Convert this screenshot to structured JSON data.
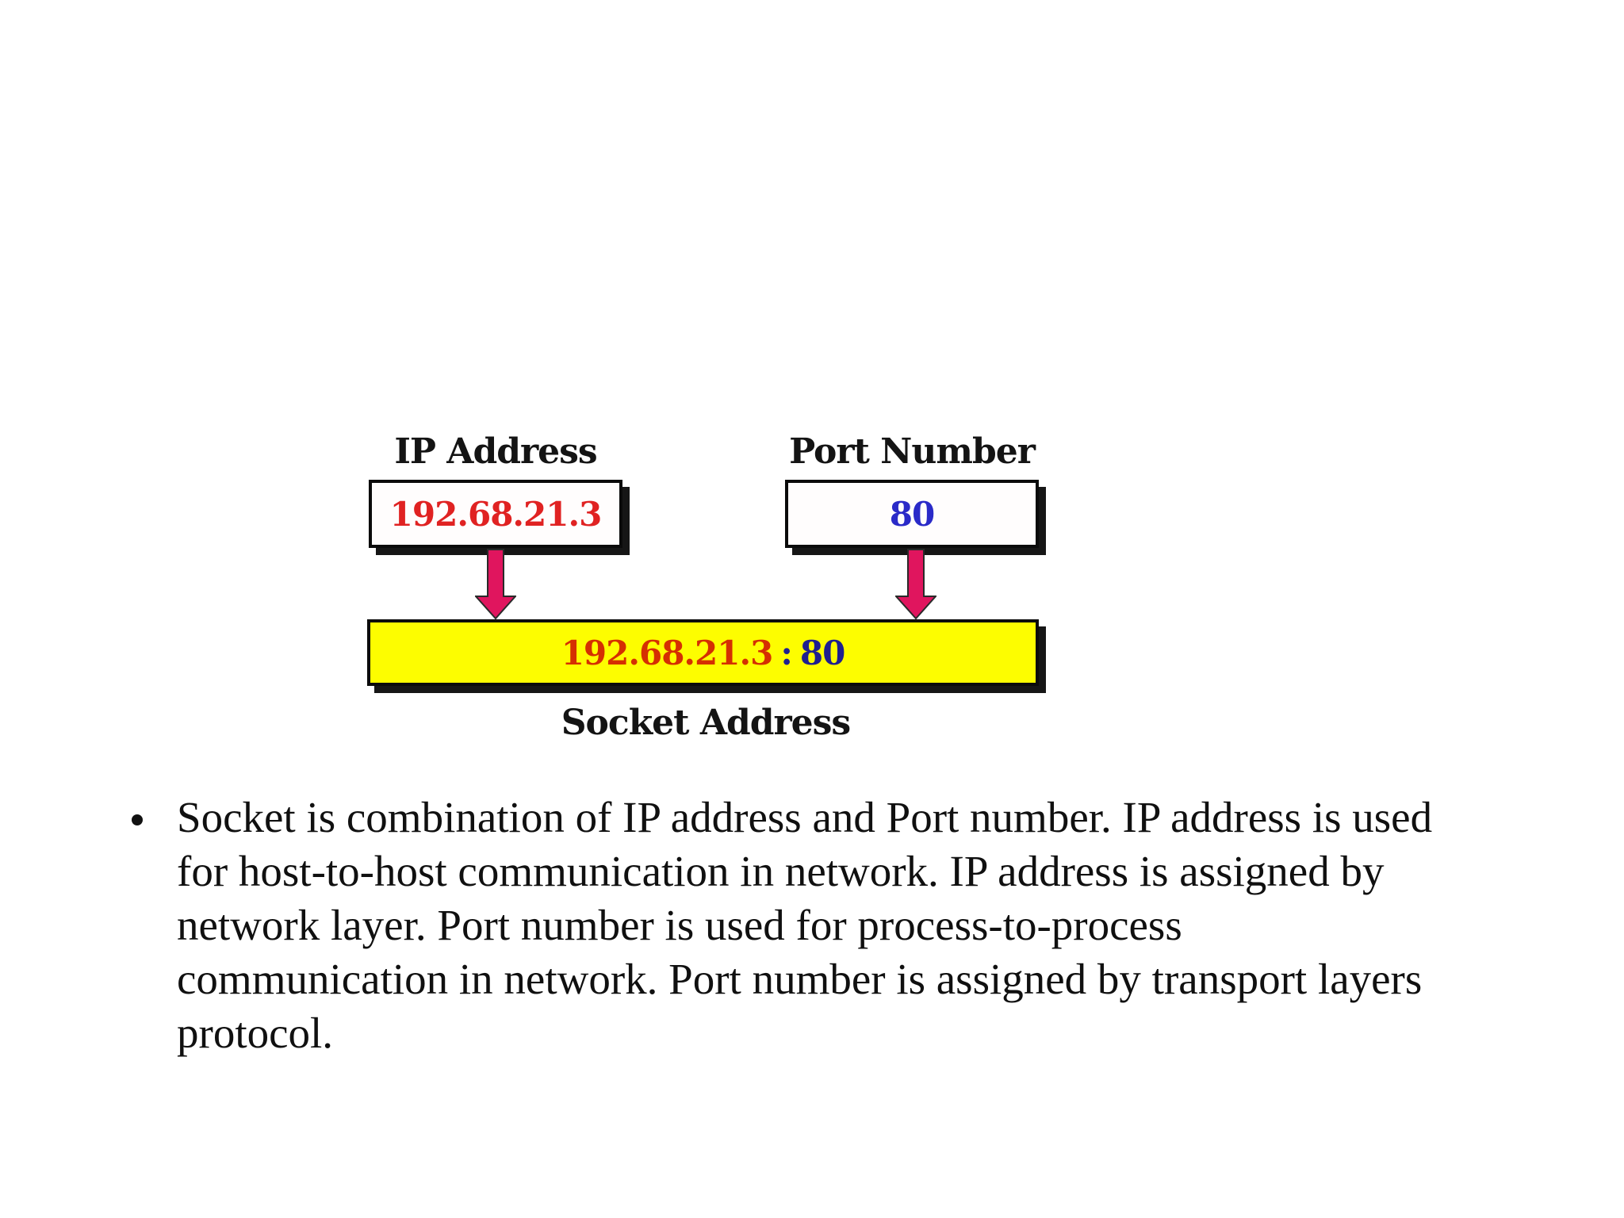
{
  "slide": {
    "diagram": {
      "ip_label": "IP Address",
      "ip_value": "192.68.21.3",
      "port_label": "Port Number",
      "port_value": "80",
      "socket_ip": "192.68.21.3",
      "socket_separator": ":",
      "socket_port": "80",
      "socket_label": "Socket Address"
    },
    "bullet": {
      "lines": [
        "Socket is combination of IP address and Port number. IP address is used",
        "for host-to-host communication in network. IP address is assigned by",
        "network layer. Port number is used for process-to-process",
        "communication in network. Port number is assigned by transport layers",
        "protocol."
      ]
    }
  },
  "colors": {
    "ip-red": "#e02222",
    "port-blue": "#2a2ac8",
    "socket-ip-orange-red": "#d52f02",
    "socket-port-navy": "#1f1f8f",
    "arrow-pink": "#e0155e",
    "highlight-yellow": "#fdfd00",
    "ink-black": "#141414"
  }
}
